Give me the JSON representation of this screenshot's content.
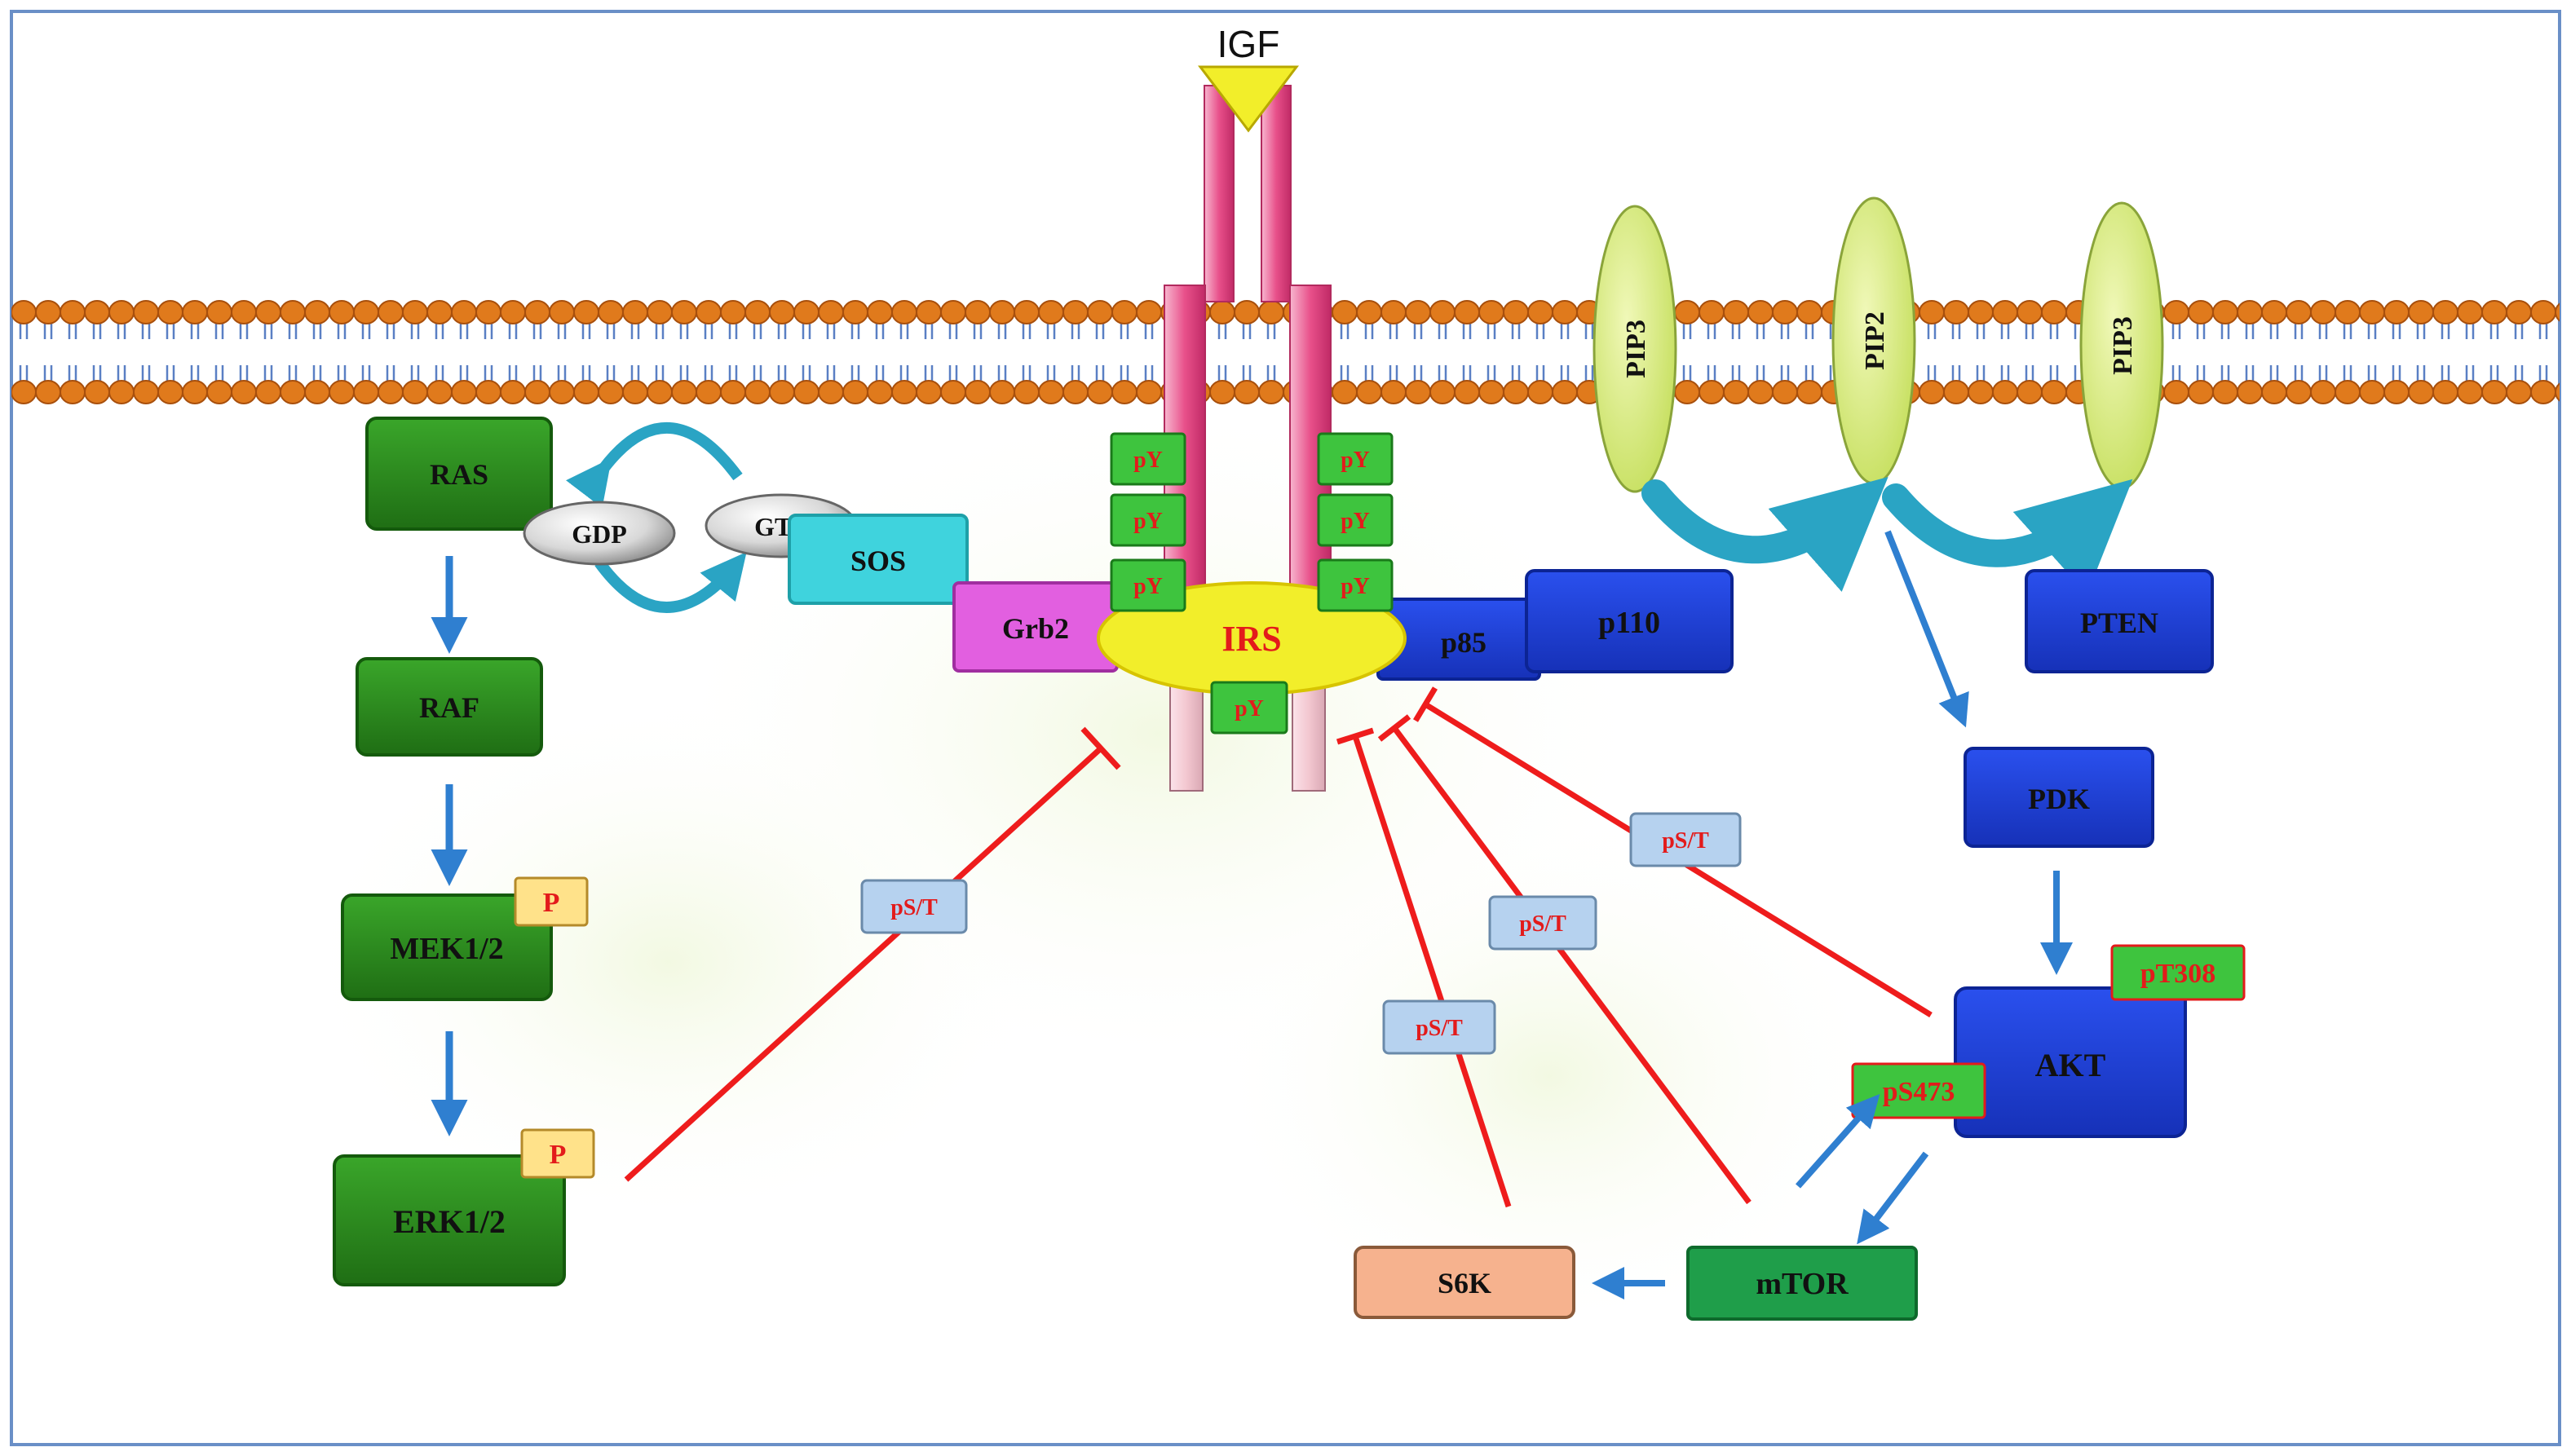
{
  "ligand": {
    "label": "IGF"
  },
  "mapk": {
    "ras": "RAS",
    "raf": "RAF",
    "mek": "MEK1/2",
    "erk": "ERK1/2",
    "phospho": "P"
  },
  "gtp_cycle": {
    "gdp": "GDP",
    "gtp": "GTP"
  },
  "adaptors": {
    "sos": "SOS",
    "grb2": "Grb2",
    "irs": "IRS",
    "py": "pY"
  },
  "pi3k": {
    "p85": "p85",
    "p110": "p110"
  },
  "lipids": {
    "pip3_left": "PIP3",
    "pip2": "PIP2",
    "pip3_right": "PIP3"
  },
  "akt_axis": {
    "pten": "PTEN",
    "pdk": "PDK",
    "akt": "AKT",
    "pt308": "pT308",
    "ps473": "pS473",
    "mtor": "mTOR",
    "s6k": "S6K"
  },
  "feedback": {
    "pst": "pS/T"
  },
  "colors": {
    "green_node": "#2e8b1f",
    "blue_node": "#1c3fd6",
    "inhibition": "#ee1c1c",
    "activation": "#2f7fd0",
    "irs_yellow": "#f2ee2a",
    "receptor_pink": "#e8508a",
    "pip_green": "#d7ec7a",
    "sos_cyan": "#3fd3dd",
    "grb2_magenta": "#e25fe0"
  }
}
